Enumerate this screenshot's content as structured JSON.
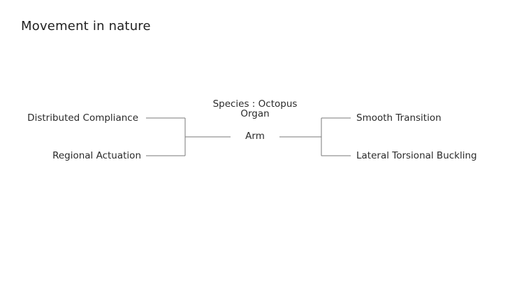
{
  "slide": {
    "title": "Movement in nature"
  },
  "diagram": {
    "center": {
      "species": "Species : Octopus",
      "organ_label": "Organ",
      "organ": "Arm"
    },
    "left_items": [
      {
        "label": "Distributed Compliance"
      },
      {
        "label": "Regional Actuation"
      }
    ],
    "right_items": [
      {
        "label": "Smooth Transition"
      },
      {
        "label": "Lateral Torsional Buckling"
      }
    ],
    "line_color": "#7a7a7a"
  }
}
